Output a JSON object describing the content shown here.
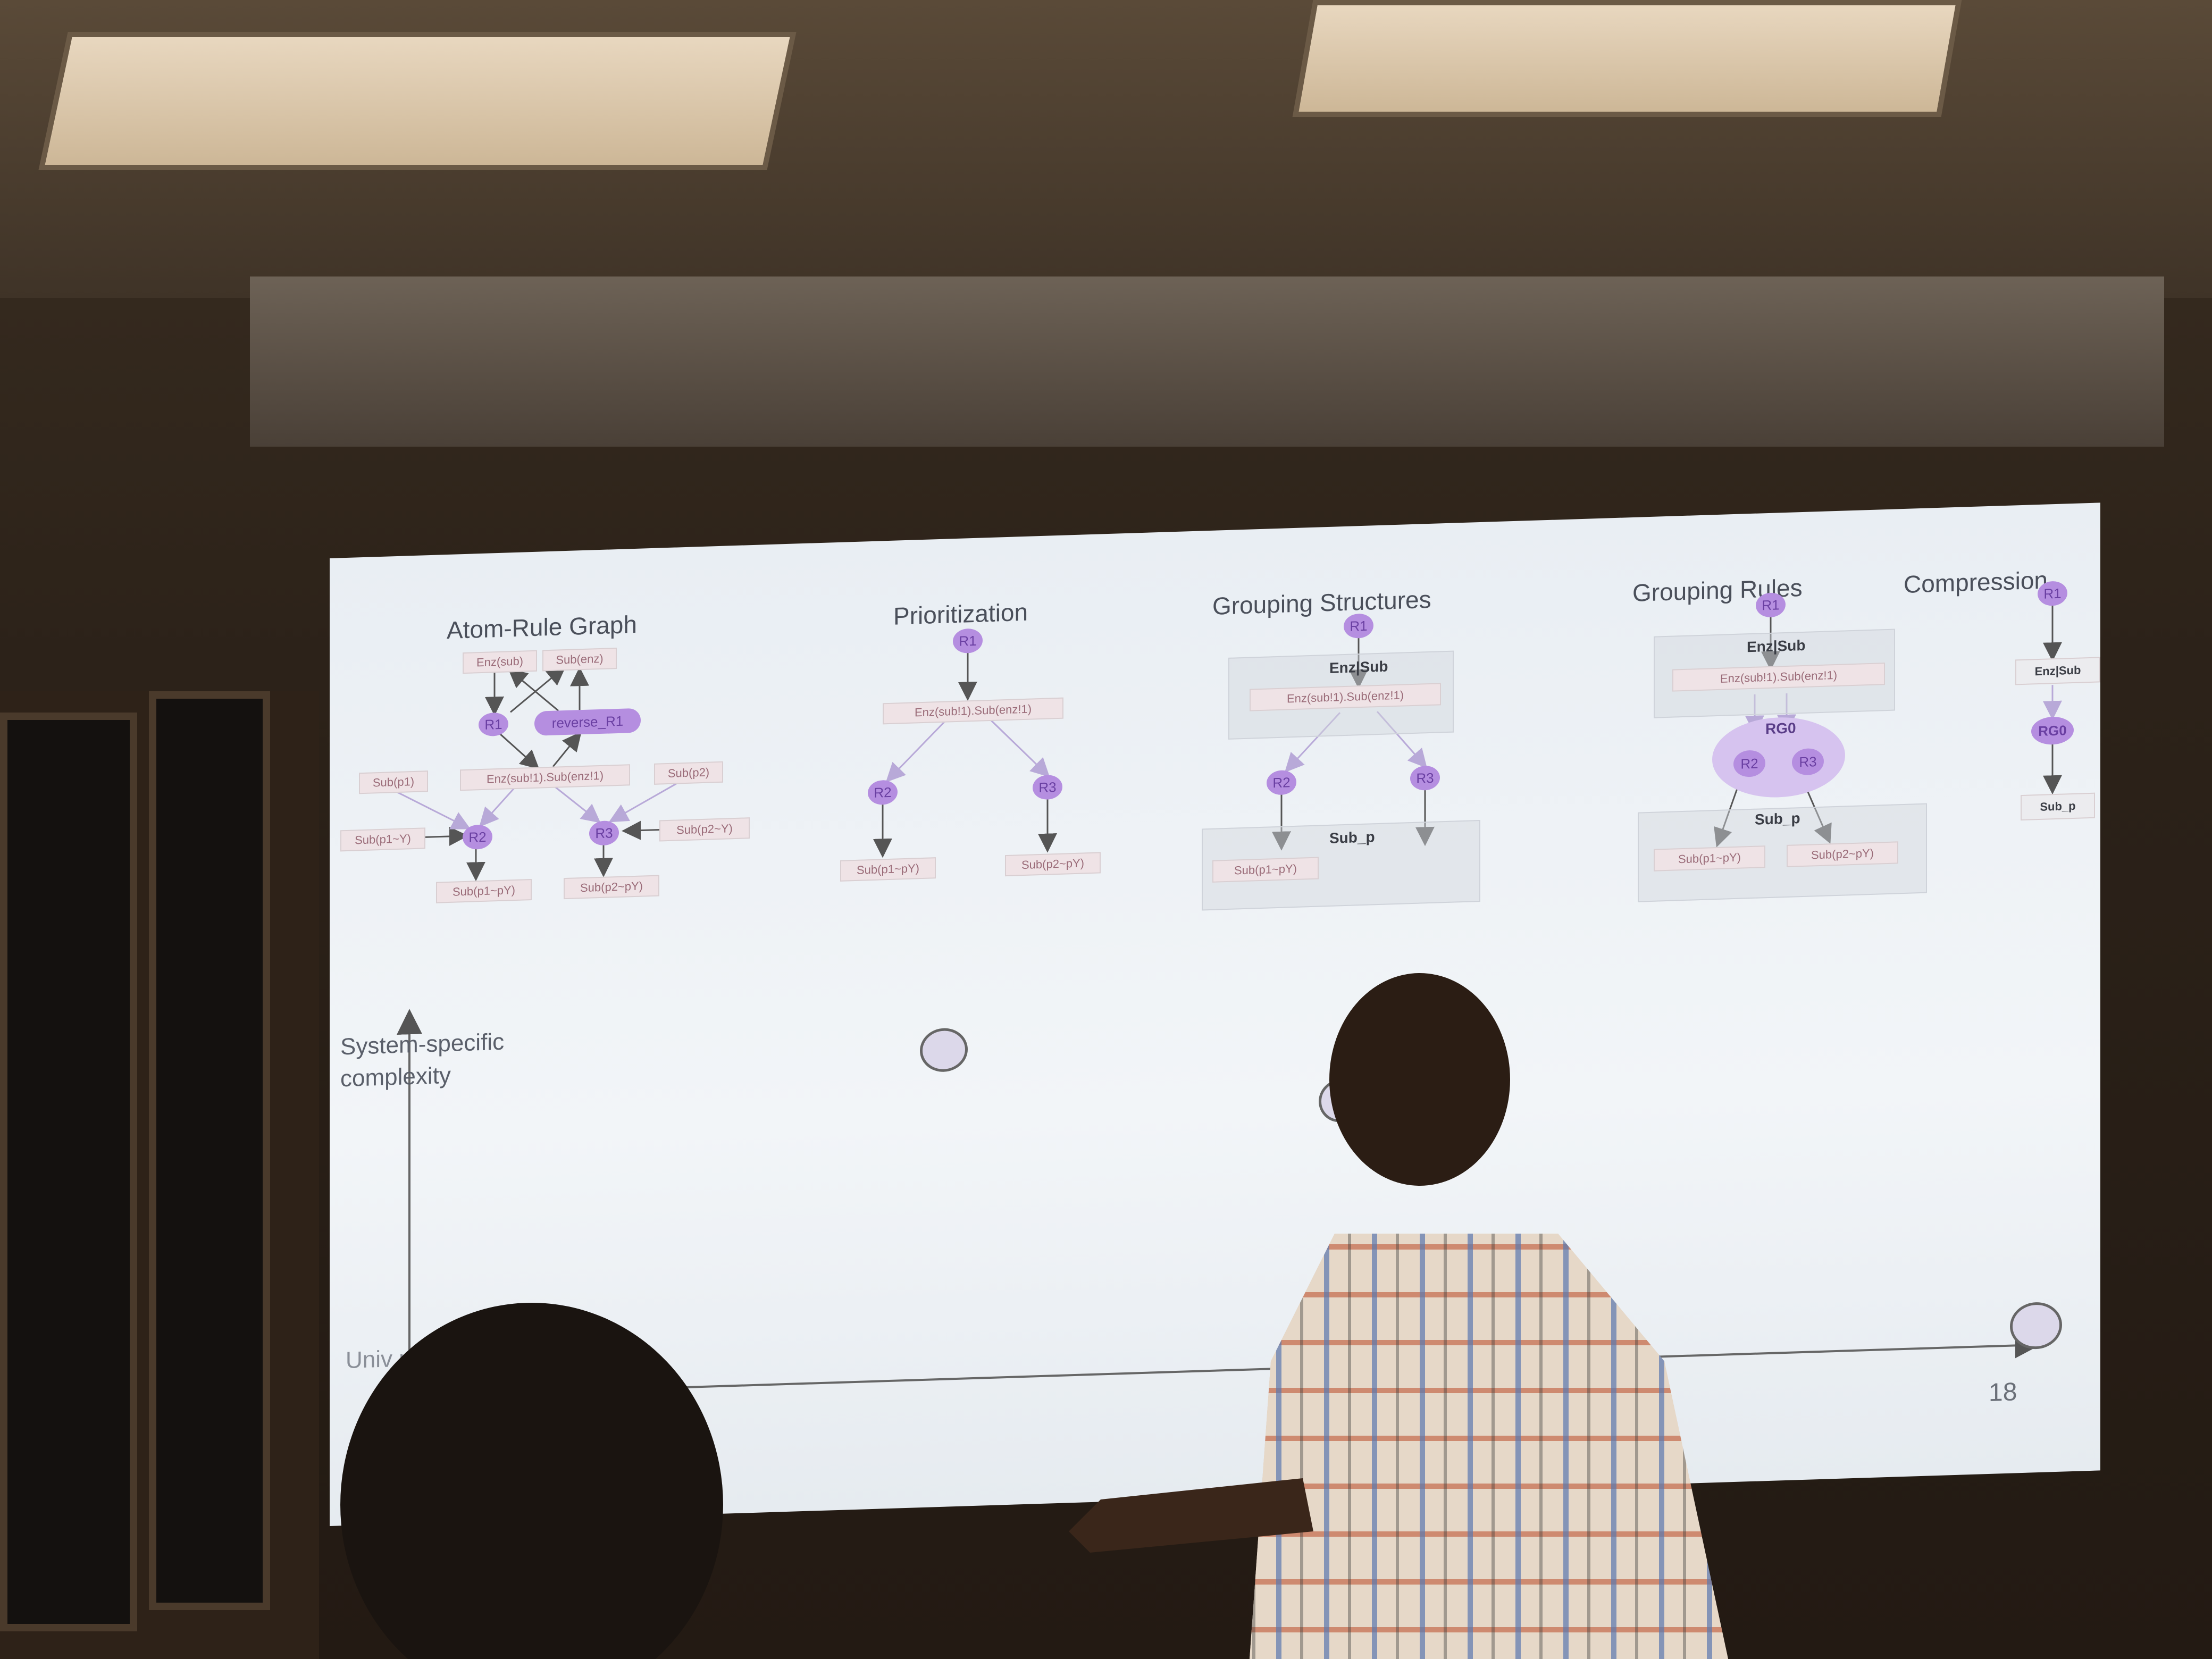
{
  "slide": {
    "page_number": "18",
    "axis_label_y": "System-specific complexity",
    "axis_label_x_partial": "Univ pri",
    "panels": [
      {
        "title": "Atom-Rule Graph"
      },
      {
        "title": "Prioritization"
      },
      {
        "title": "Grouping Structures"
      },
      {
        "title": "Grouping Rules"
      },
      {
        "title": "Compression"
      }
    ],
    "atom_rule_graph": {
      "enz_sub": "Enz(sub)",
      "sub_enz": "Sub(enz)",
      "r1": "R1",
      "reverse_r1": "reverse_R1",
      "complex": "Enz(sub!1).Sub(enz!1)",
      "sub_p1": "Sub(p1)",
      "sub_p2": "Sub(p2)",
      "sub_p1_y": "Sub(p1~Y)",
      "sub_p2_y": "Sub(p2~Y)",
      "r2": "R2",
      "r3": "R3",
      "sub_p1_py": "Sub(p1~pY)",
      "sub_p2_py": "Sub(p2~pY)"
    },
    "prioritization": {
      "r1": "R1",
      "complex": "Enz(sub!1).Sub(enz!1)",
      "r2": "R2",
      "r3": "R3",
      "sub_p1_py": "Sub(p1~pY)",
      "sub_p2_py": "Sub(p2~pY)"
    },
    "grouping_structures": {
      "r1": "R1",
      "group_label": "Enz|Sub",
      "complex": "Enz(sub!1).Sub(enz!1)",
      "r2": "R2",
      "r3": "R3",
      "sub_p_label": "Sub_p",
      "sub_p1_py": "Sub(p1~pY)"
    },
    "grouping_rules": {
      "r1": "R1",
      "group_label": "Enz|Sub",
      "complex": "Enz(sub!1).Sub(enz!1)",
      "rg0": "RG0",
      "r2": "R2",
      "r3": "R3",
      "sub_p_label": "Sub_p",
      "sub_p1_py": "Sub(p1~pY)",
      "sub_p2_py": "Sub(p2~pY)"
    },
    "compression": {
      "r1": "R1",
      "enz_sub": "Enz|Sub",
      "rg0": "RG0",
      "sub_p": "Sub_p"
    }
  }
}
